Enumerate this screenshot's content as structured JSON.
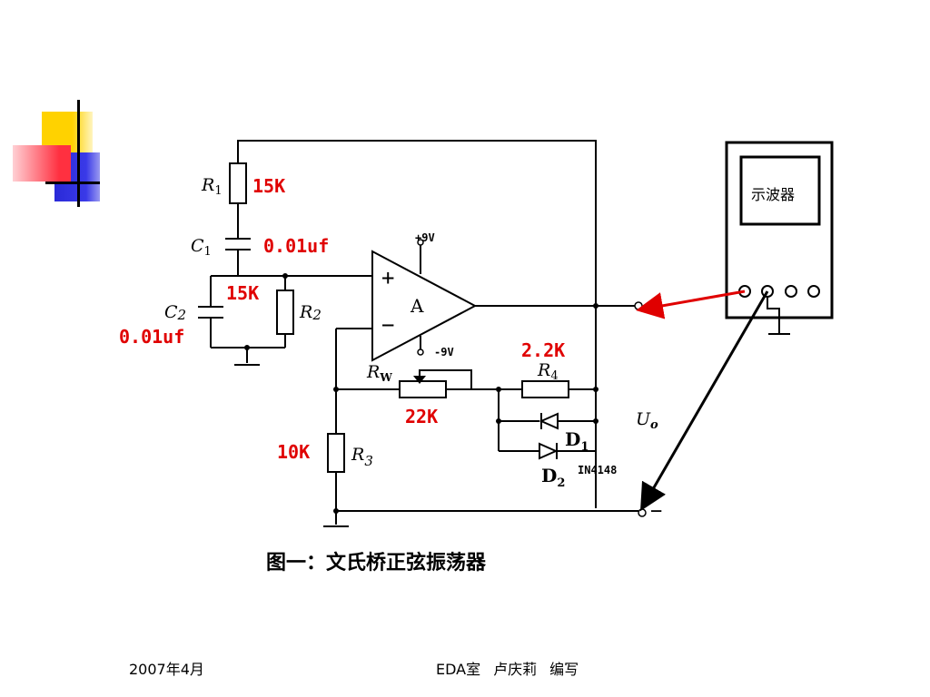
{
  "footer": {
    "date": "2007年4月",
    "lab": "EDA室",
    "author": "卢庆莉",
    "role": "编写"
  },
  "diagram": {
    "caption": "图一：文氏桥正弦振荡器",
    "oscilloscope_label": "示波器",
    "opamp_label": "A",
    "plus_symbol": "+",
    "minus_symbol": "−",
    "supply_pos": "+9V",
    "supply_neg": "-9V",
    "components": {
      "R1": {
        "name": "R",
        "sub": "1",
        "value": "15K"
      },
      "C1": {
        "name": "C",
        "sub": "1",
        "value": "0.01uf"
      },
      "C2": {
        "name": "C",
        "sub": "2",
        "value": "0.01uf"
      },
      "R2": {
        "name": "R",
        "sub": "2",
        "value": "15K"
      },
      "RW": {
        "name": "R",
        "sub": "W",
        "value": "22K"
      },
      "R4": {
        "name": "R",
        "sub": "4",
        "value": "2.2K"
      },
      "R3": {
        "name": "R",
        "sub": "3",
        "value": "10K"
      },
      "D1": {
        "name": "D",
        "sub": "1"
      },
      "D2": {
        "name": "D",
        "sub": "2"
      },
      "diode_part": "IN4148"
    },
    "output_label": "U",
    "output_sub": "o",
    "out_plus": "+",
    "out_minus": "−"
  },
  "colors": {
    "accent_red": "#e00000",
    "deco_yellow": "#ffd200",
    "deco_blue": "#2a2ad8",
    "deco_red": "#ff3040",
    "line": "#000000"
  }
}
